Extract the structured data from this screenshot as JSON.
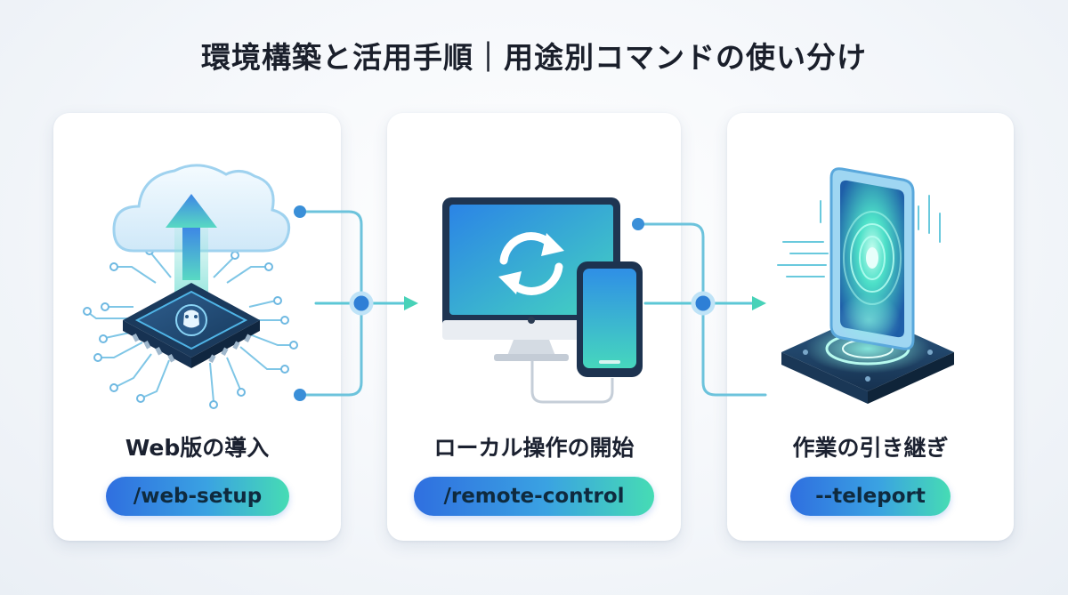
{
  "title": "環境構築と活用手順｜用途別コマンドの使い分け",
  "steps": [
    {
      "label": "Web版の導入",
      "command": "/web-setup",
      "icon": "cloud-upload-chip-icon"
    },
    {
      "label": "ローカル操作の開始",
      "command": "/remote-control",
      "icon": "monitor-phone-sync-icon"
    },
    {
      "label": "作業の引き継ぎ",
      "command": "--teleport",
      "icon": "teleport-portal-icon"
    }
  ],
  "colors": {
    "accent_blue": "#2f6fe0",
    "accent_teal": "#46dcb4",
    "connector": "#5fb9d8",
    "node": "#2e7fd6"
  }
}
